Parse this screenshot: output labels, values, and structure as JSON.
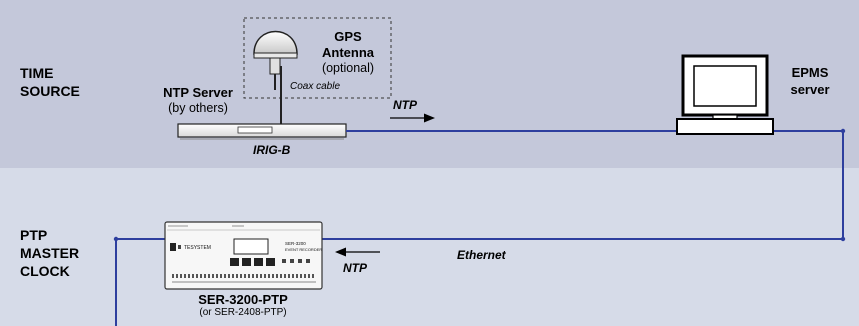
{
  "zones": {
    "time_source": [
      "TIME",
      "SOURCE"
    ],
    "ptp_master_clock": [
      "PTP",
      "MASTER",
      "CLOCK"
    ]
  },
  "gps": {
    "title": "GPS",
    "subtitle": "Antenna",
    "note": "(optional)",
    "cable": "Coax cable"
  },
  "ntp_server": {
    "title": "NTP Server",
    "note": "(by others)",
    "output": "IRIG-B"
  },
  "epms": {
    "line1": "EPMS",
    "line2": "server"
  },
  "links": {
    "ntp_top": "NTP",
    "ntp_bottom": "NTP",
    "ethernet": "Ethernet"
  },
  "device": {
    "name": "SER-3200-PTP",
    "alt": "(or SER-2408-PTP)",
    "brand": "TESYSTEM",
    "model_line1": "SER-3200",
    "model_line2": "EVENT RECORDER"
  },
  "colors": {
    "top_band": "#c4c8da",
    "bottom_band": "#d6dbe8",
    "network_line": "#2e3f9e"
  }
}
